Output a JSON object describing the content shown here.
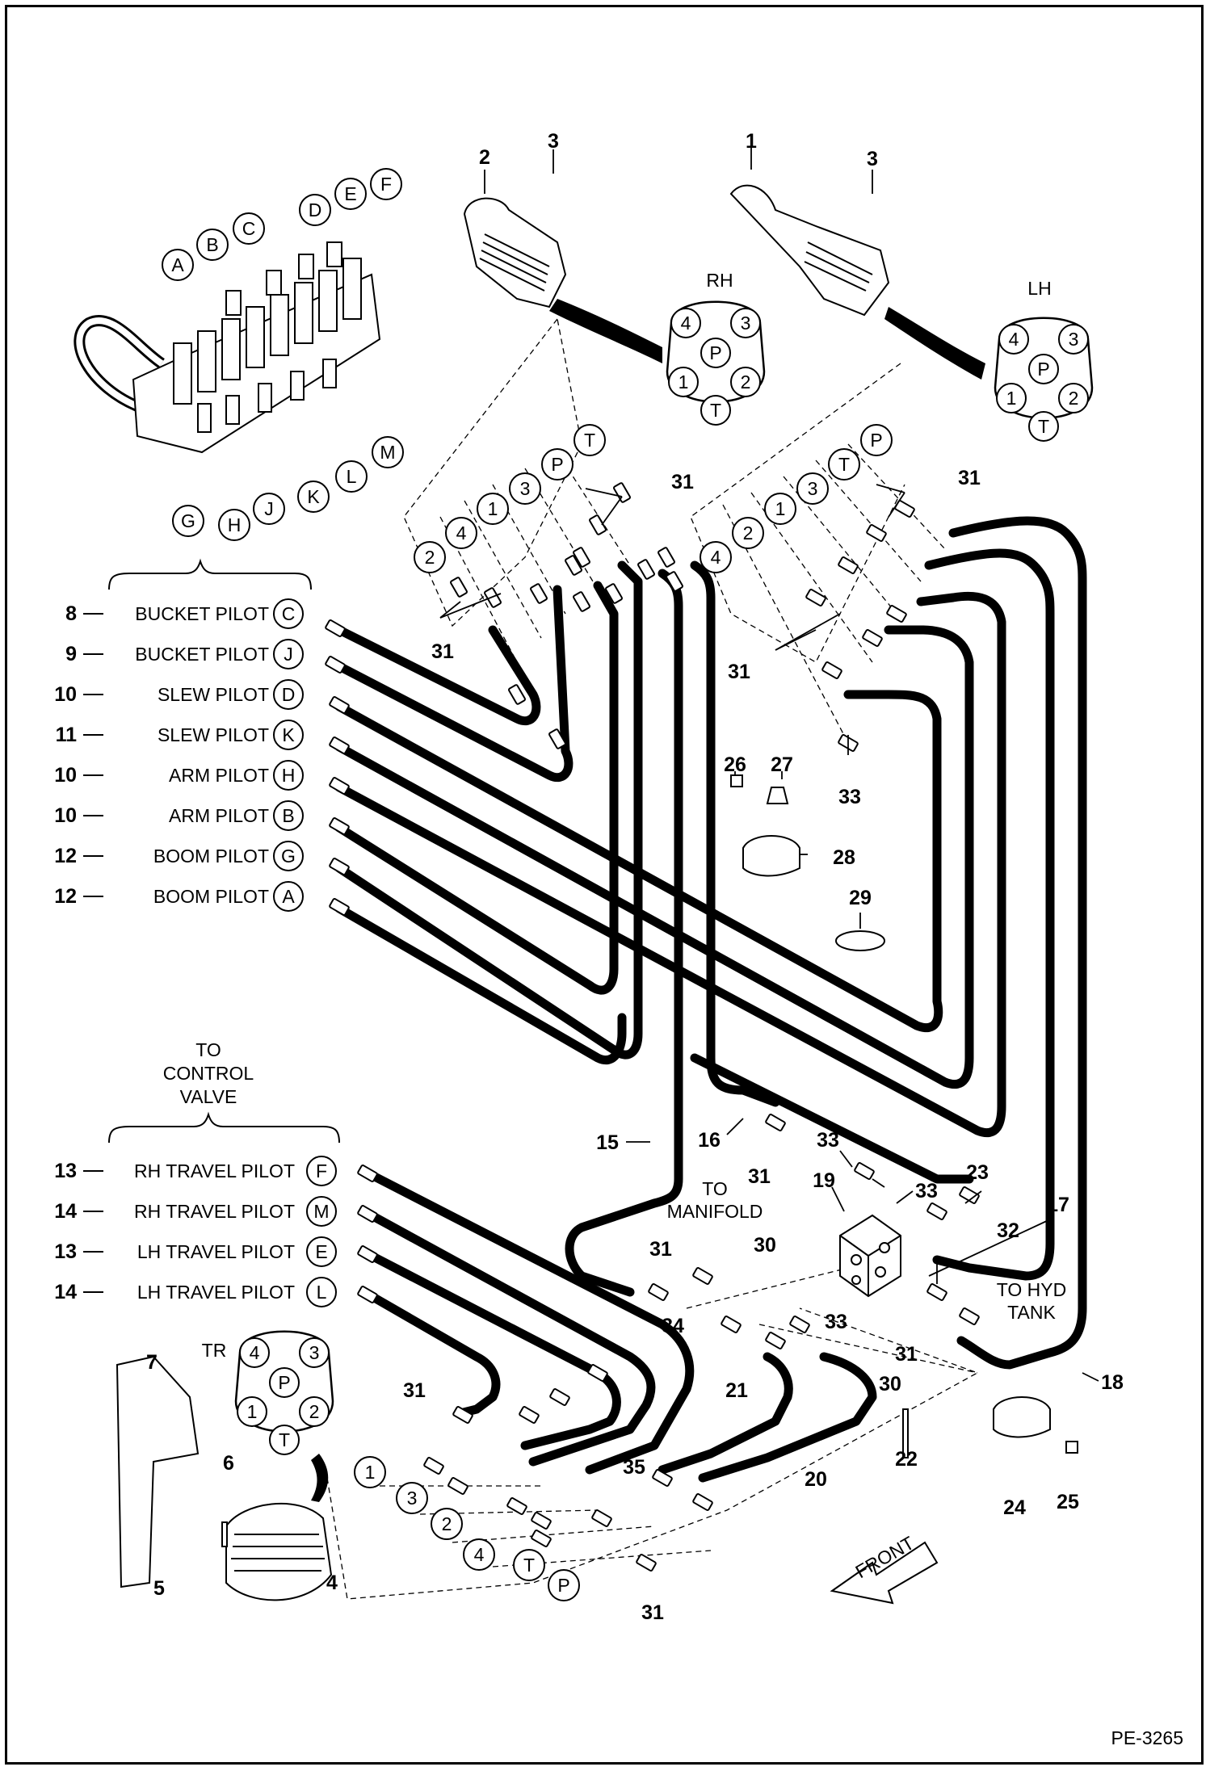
{
  "drawing_id": "PE-3265",
  "top_labels": {
    "rh": "RH",
    "lh": "LH",
    "tr": "TR",
    "rh_num": "2",
    "lh_num": "1",
    "screw_rh": "3",
    "screw_lh": "3"
  },
  "valve_ports": [
    "A",
    "B",
    "C",
    "D",
    "E",
    "F",
    "G",
    "H",
    "J",
    "K",
    "L",
    "M"
  ],
  "pilot_port_labels": [
    "4",
    "3",
    "P",
    "1",
    "2",
    "T"
  ],
  "rh_lines": [
    "2",
    "4",
    "1",
    "3",
    "P",
    "T"
  ],
  "lh_lines": [
    "4",
    "2",
    "1",
    "3",
    "T",
    "P"
  ],
  "tr_lines": [
    "1",
    "3",
    "2",
    "4",
    "T",
    "P"
  ],
  "hose_labels": [
    {
      "num": "8",
      "name": "BUCKET PILOT",
      "port": "C"
    },
    {
      "num": "9",
      "name": "BUCKET PILOT",
      "port": "J"
    },
    {
      "num": "10",
      "name": "SLEW PILOT",
      "port": "D"
    },
    {
      "num": "11",
      "name": "SLEW PILOT",
      "port": "K"
    },
    {
      "num": "10",
      "name": "ARM PILOT",
      "port": "H"
    },
    {
      "num": "10",
      "name": "ARM PILOT",
      "port": "B"
    },
    {
      "num": "12",
      "name": "BOOM PILOT",
      "port": "G"
    },
    {
      "num": "12",
      "name": "BOOM PILOT",
      "port": "A"
    }
  ],
  "travel_labels": [
    {
      "num": "13",
      "name": "RH TRAVEL PILOT",
      "port": "F"
    },
    {
      "num": "14",
      "name": "RH TRAVEL PILOT",
      "port": "M"
    },
    {
      "num": "13",
      "name": "LH TRAVEL PILOT",
      "port": "E"
    },
    {
      "num": "14",
      "name": "LH TRAVEL PILOT",
      "port": "L"
    }
  ],
  "to_control_valve": [
    "TO",
    "CONTROL",
    "VALVE"
  ],
  "to_manifold": [
    "TO",
    "MANIFOLD"
  ],
  "to_hyd_tank": [
    "TO HYD",
    "TANK"
  ],
  "front_label": "FRONT",
  "callouts": {
    "c31": "31",
    "c33": "33",
    "c26": "26",
    "c27": "27",
    "c28": "28",
    "c29": "29",
    "c15": "15",
    "c16": "16",
    "c17": "17",
    "c18": "18",
    "c19": "19",
    "c20": "20",
    "c21": "21",
    "c22": "22",
    "c23": "23",
    "c24": "24",
    "c25": "25",
    "c30": "30",
    "c32": "32",
    "c34": "34",
    "c35": "35",
    "c4": "4",
    "c5": "5",
    "c6": "6",
    "c7": "7"
  }
}
